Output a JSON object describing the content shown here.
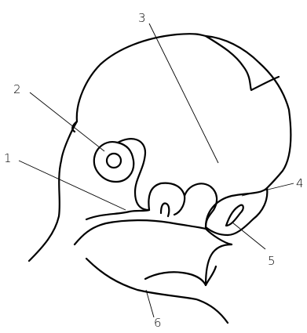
{
  "diagram": {
    "labels": [
      {
        "id": "1",
        "text": "1"
      },
      {
        "id": "2",
        "text": "2"
      },
      {
        "id": "3",
        "text": "3"
      },
      {
        "id": "4",
        "text": "4"
      },
      {
        "id": "5",
        "text": "5"
      },
      {
        "id": "6",
        "text": "6"
      }
    ],
    "colors": {
      "ink": "#000000",
      "background": "#ffffff"
    }
  }
}
